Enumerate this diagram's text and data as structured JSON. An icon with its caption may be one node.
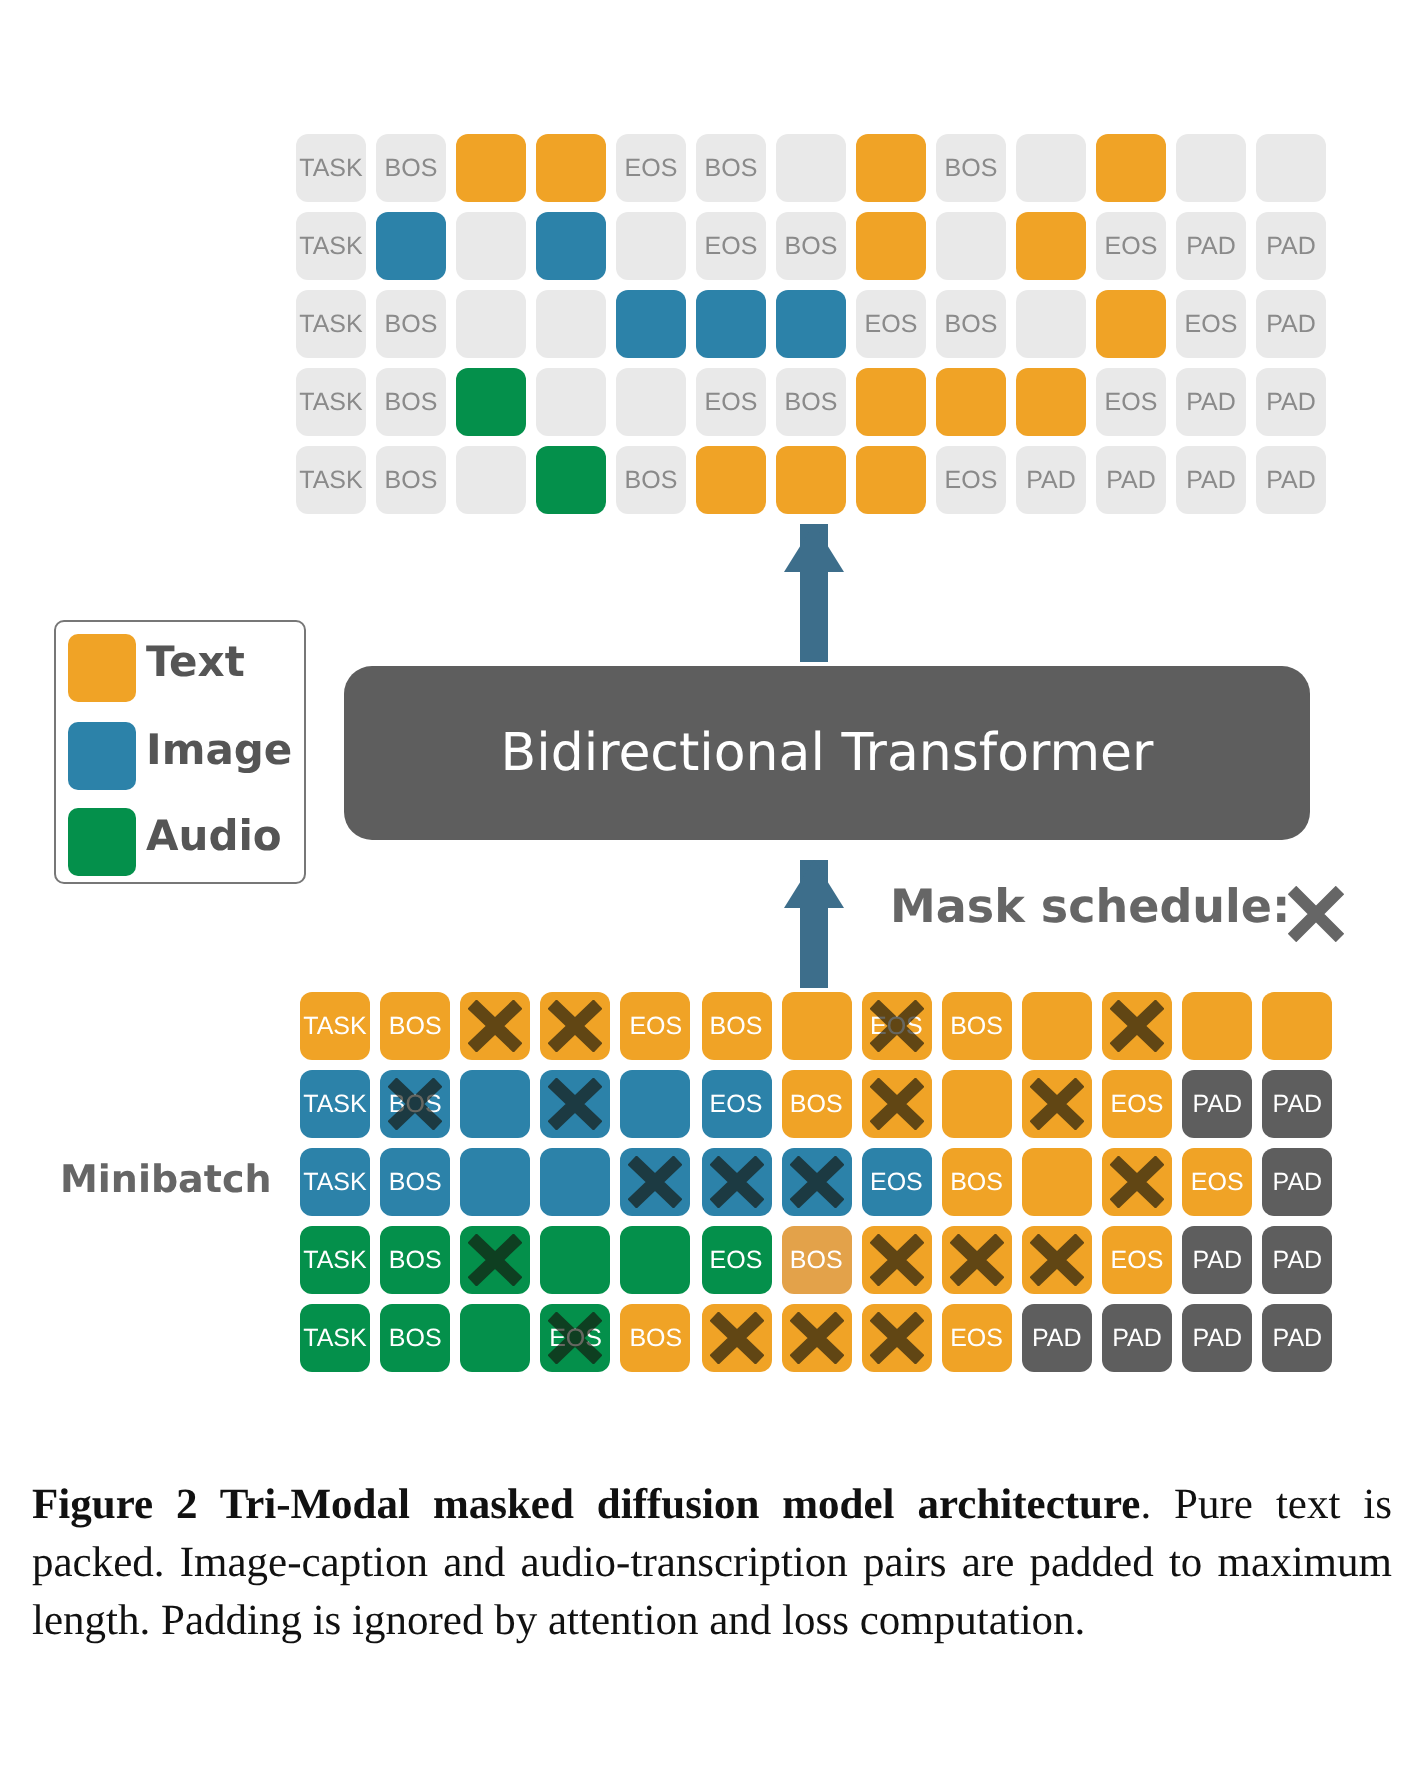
{
  "diagram": {
    "caption": "**Figure 2  Tri-Modal masked diffusion model architecture**. Pure text is packed. Image-caption and audio-transcription pairs are padded to maximum length. Padding is ignored by attention and loss computation.",
    "nodes": [
      {
        "text": [
          "TASK"
        ]
      },
      {
        "text": [
          "BOS"
        ]
      },
      {
        "text": [],
        "shape": "box"
      },
      {
        "text": [],
        "shape": "box"
      },
      {
        "text": [
          "EOS"
        ]
      },
      {
        "text": [
          "BOS"
        ]
      },
      {
        "text": [],
        "shape": "box"
      },
      {
        "text": [],
        "shape": "box"
      },
      {
        "text": [
          "BOS"
        ]
      },
      {
        "text": [],
        "shape": "box"
      },
      {
        "text": [],
        "shape": "box"
      },
      {
        "text": [],
        "shape": "box"
      },
      {
        "text": [],
        "shape": "box"
      },
      {
        "text": [
          "TASK"
        ]
      },
      {
        "text": [],
        "shape": "box"
      },
      {
        "text": [],
        "shape": "box"
      },
      {
        "text": [],
        "shape": "box"
      },
      {
        "text": [],
        "shape": "box"
      },
      {
        "text": [
          "EOS"
        ]
      },
      {
        "text": [
          "BOS"
        ]
      },
      {
        "text": [],
        "shape": "box"
      },
      {
        "text": [],
        "shape": "box"
      },
      {
        "text": [],
        "shape": "box"
      },
      {
        "text": [
          "EOS"
        ]
      },
      {
        "text": [
          "PAD"
        ]
      },
      {
        "text": [
          "PAD"
        ]
      },
      {
        "text": [
          "TASK"
        ]
      },
      {
        "text": [
          "BOS"
        ]
      },
      {
        "text": [],
        "shape": "box"
      },
      {
        "text": [],
        "shape": "box"
      },
      {
        "text": [],
        "shape": "box"
      },
      {
        "text": [],
        "shape": "box"
      },
      {
        "text": [],
        "shape": "box"
      },
      {
        "text": [
          "EOS"
        ]
      },
      {
        "text": [
          "BOS"
        ]
      },
      {
        "text": [],
        "shape": "box"
      },
      {
        "text": [],
        "shape": "box"
      },
      {
        "text": [
          "EOS"
        ]
      },
      {
        "text": [
          "PAD"
        ]
      },
      {
        "text": [
          "TASK"
        ]
      },
      {
        "text": [
          "BOS"
        ]
      },
      {
        "text": [],
        "shape": "box"
      },
      {
        "text": [],
        "shape": "box"
      },
      {
        "text": [],
        "shape": "box"
      },
      {
        "text": [
          "EOS"
        ]
      },
      {
        "text": [
          "BOS"
        ]
      },
      {
        "text": [],
        "shape": "box"
      },
      {
        "text": [],
        "shape": "box"
      },
      {
        "text": [],
        "shape": "box"
      },
      {
        "text": [
          "EOS"
        ]
      },
      {
        "text": [
          "PAD"
        ]
      },
      {
        "text": [
          "PAD"
        ]
      },
      {
        "text": [
          "TASK"
        ]
      },
      {
        "text": [
          "BOS"
        ]
      },
      {
        "text": [],
        "shape": "box"
      },
      {
        "text": [],
        "shape": "box"
      },
      {
        "text": [
          "BOS"
        ]
      },
      {
        "text": [],
        "shape": "box"
      },
      {
        "text": [],
        "shape": "box"
      },
      {
        "text": [],
        "shape": "box"
      },
      {
        "text": [
          "EOS"
        ]
      },
      {
        "text": [
          "PAD"
        ]
      },
      {
        "text": [
          "PAD"
        ]
      },
      {
        "text": [
          "PAD"
        ]
      },
      {
        "text": [
          "PAD"
        ]
      },
      {
        "text": [
          "Bidirectional Transformer"
        ]
      },
      {
        "text": [
          "TASK"
        ]
      },
      {
        "text": [
          "BOS"
        ]
      },
      {
        "text": [],
        "shape": "box"
      },
      {
        "text": [],
        "shape": "box"
      },
      {
        "text": [
          "EOS"
        ]
      },
      {
        "text": [
          "BOS"
        ]
      },
      {
        "text": [],
        "shape": "box"
      },
      {
        "text": [
          "EOS"
        ]
      },
      {
        "text": [
          "BOS"
        ]
      },
      {
        "text": [],
        "shape": "box"
      },
      {
        "text": [],
        "shape": "box"
      },
      {
        "text": [],
        "shape": "box"
      },
      {
        "text": [],
        "shape": "box"
      },
      {
        "text": [
          "TASK"
        ]
      },
      {
        "text": [
          "BOS"
        ]
      },
      {
        "text": [],
        "shape": "box"
      },
      {
        "text": [],
        "shape": "box"
      },
      {
        "text": [],
        "shape": "box"
      },
      {
        "text": [
          "EOS"
        ]
      },
      {
        "text": [
          "BOS"
        ]
      },
      {
        "text": [],
        "shape": "box"
      },
      {
        "text": [],
        "shape": "box"
      },
      {
        "text": [],
        "shape": "box"
      },
      {
        "text": [
          "EOS"
        ]
      },
      {
        "text": [
          "PAD"
        ]
      },
      {
        "text": [
          "PAD"
        ]
      },
      {
        "text": [
          "TASK"
        ]
      },
      {
        "text": [
          "BOS"
        ]
      },
      {
        "text": [],
        "shape": "box"
      },
      {
        "text": [],
        "shape": "box"
      },
      {
        "text": [],
        "shape": "box"
      },
      {
        "text": [],
        "shape": "box"
      },
      {
        "text": [],
        "shape": "box"
      },
      {
        "text": [
          "EOS"
        ]
      },
      {
        "text": [
          "BOS"
        ]
      },
      {
        "text": [],
        "shape": "box"
      },
      {
        "text": [],
        "shape": "box"
      },
      {
        "text": [
          "EOS"
        ]
      },
      {
        "text": [
          "PAD"
        ]
      },
      {
        "text": [
          "TASK"
        ]
      },
      {
        "text": [
          "BOS"
        ]
      },
      {
        "text": [],
        "shape": "box"
      },
      {
        "text": [],
        "shape": "box"
      },
      {
        "text": [],
        "shape": "box"
      },
      {
        "text": [
          "EOS"
        ]
      },
      {
        "text": [
          "BOS"
        ]
      },
      {
        "text": [],
        "shape": "box"
      },
      {
        "text": [],
        "shape": "box"
      },
      {
        "text": [],
        "shape": "box"
      },
      {
        "text": [
          "EOS"
        ]
      },
      {
        "text": [
          "PAD"
        ]
      },
      {
        "text": [
          "PAD"
        ]
      },
      {
        "text": [
          "TASK"
        ]
      },
      {
        "text": [
          "BOS"
        ]
      },
      {
        "text": [],
        "shape": "box"
      },
      {
        "text": [
          "EOS"
        ]
      },
      {
        "text": [
          "BOS"
        ]
      },
      {
        "text": [],
        "shape": "box"
      },
      {
        "text": [],
        "shape": "box"
      },
      {
        "text": [],
        "shape": "box"
      },
      {
        "text": [
          "EOS"
        ]
      },
      {
        "text": [
          "PAD"
        ]
      },
      {
        "text": [
          "PAD"
        ]
      },
      {
        "text": [
          "PAD"
        ]
      },
      {
        "text": [
          "PAD"
        ]
      }
    ],
    "edges": [
      {
        "from": 72,
        "to": 65,
        "arrow": "to"
      },
      {
        "from": 65,
        "to": 58,
        "arrow": "to"
      }
    ],
    "labels": [
      "Mask schedule:",
      "Minibatch"
    ],
    "legend": [
      {
        "text": "Text",
        "color": "#f0a326"
      },
      {
        "text": "Image",
        "color": "#2c82a9"
      },
      {
        "text": "Audio",
        "color": "#04904b"
      }
    ]
  }
}
